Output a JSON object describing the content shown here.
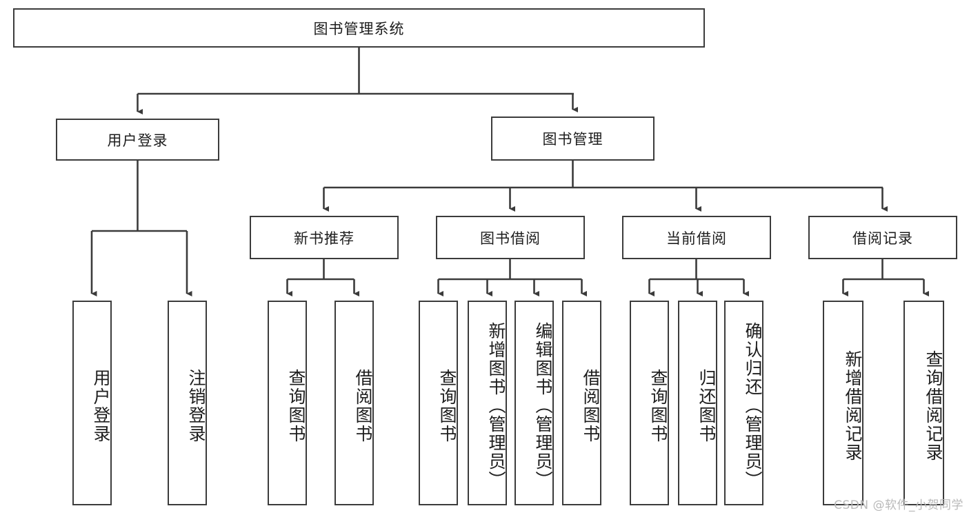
{
  "diagram": {
    "title": "图书管理系统",
    "watermark": "CSDN @软件_小贺同学",
    "line_color": "#3b3b3b",
    "box_fill": "#ffffff",
    "text_color": "#1d1d1d",
    "levels": {
      "root": {
        "label": "图书管理系统"
      },
      "level2": [
        {
          "label": "用户登录"
        },
        {
          "label": "图书管理"
        }
      ],
      "level3": [
        {
          "label": "新书推荐"
        },
        {
          "label": "图书借阅"
        },
        {
          "label": "当前借阅"
        },
        {
          "label": "借阅记录"
        }
      ],
      "leaves": {
        "user_login": [
          {
            "label": "用户登录"
          },
          {
            "label": "注销登录"
          }
        ],
        "new_book": [
          {
            "label": "查询图书"
          },
          {
            "label": "借阅图书"
          }
        ],
        "book_borrow": [
          {
            "label": "查询图书"
          },
          {
            "label": "新增图书（管理员）"
          },
          {
            "label": "编辑图书（管理员）"
          },
          {
            "label": "借阅图书"
          }
        ],
        "current_borrow": [
          {
            "label": "查询图书"
          },
          {
            "label": "归还图书"
          },
          {
            "label": "确认归还（管理员）"
          }
        ],
        "borrow_record": [
          {
            "label": "新增借阅记录"
          },
          {
            "label": "查询借阅记录"
          }
        ]
      }
    }
  }
}
